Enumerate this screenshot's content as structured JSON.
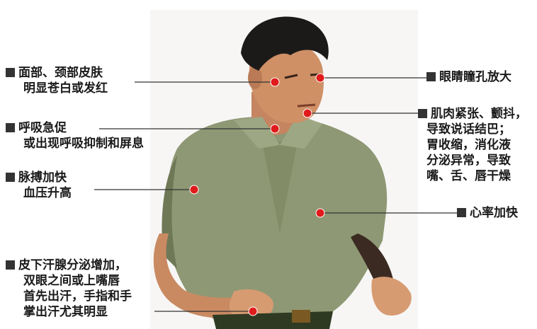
{
  "colors": {
    "marker": "#e01b1b",
    "leader": "#333333",
    "square": "#333333",
    "shirt": "#8e9874",
    "skin": "#c98a62",
    "hair": "#1c1a19"
  },
  "labels": {
    "face_neck": [
      "面部、颈部皮肤",
      "明显苍白或发红"
    ],
    "breathing": [
      "呼吸急促",
      "或出现呼吸抑制和屏息"
    ],
    "pulse": [
      "脉搏加快",
      "血压升高"
    ],
    "sweat": [
      "皮下汗腺分泌增加，",
      "双眼之间或上嘴唇",
      "首先出汗，手指和手",
      "掌出汗尤其明显"
    ],
    "pupils": [
      "眼睛瞳孔放大"
    ],
    "muscle": [
      "肌肉紧张、颤抖，",
      "导致说话结巴；",
      "胃收缩，消化液",
      "分泌异常，导致",
      "嘴、舌、唇干燥"
    ],
    "heart": [
      "心率加快"
    ]
  }
}
